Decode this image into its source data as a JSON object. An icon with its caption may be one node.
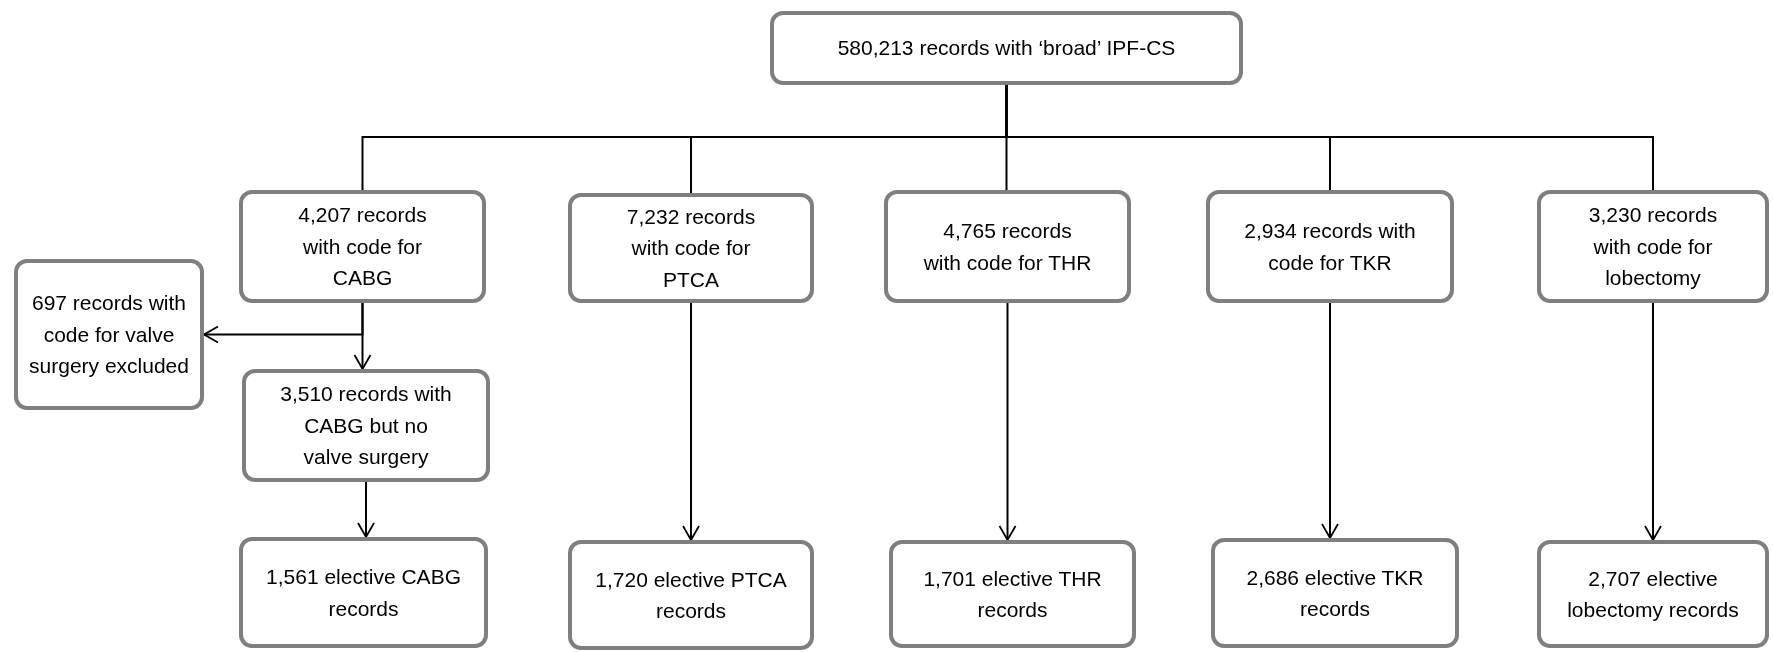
{
  "diagram": {
    "nodes": [
      {
        "text": [
          "580,213 records with ‘broad’ IPF-CS"
        ]
      },
      {
        "text": [
          "4,207 records with code for CABG"
        ]
      },
      {
        "text": [
          "7,232 records with code for PTCA"
        ]
      },
      {
        "text": [
          "4,765 records with code for THR"
        ]
      },
      {
        "text": [
          "2,934 records with code for TKR"
        ]
      },
      {
        "text": [
          "3,230 records with code for lobectomy"
        ]
      },
      {
        "text": [
          "697 records with code for valve surgery excluded"
        ]
      },
      {
        "text": [
          "3,510 records with CABG but no valve surgery"
        ]
      },
      {
        "text": [
          "1,561 elective CABG records"
        ]
      },
      {
        "text": [
          "1,720 elective PTCA records"
        ]
      },
      {
        "text": [
          "1,701 elective THR records"
        ]
      },
      {
        "text": [
          "2,686 elective TKR records"
        ]
      },
      {
        "text": [
          "2,707 elective lobectomy records"
        ]
      }
    ],
    "edges": [
      {
        "from": 0,
        "to": 1,
        "arrow": "none"
      },
      {
        "from": 0,
        "to": 2,
        "arrow": "none"
      },
      {
        "from": 0,
        "to": 3,
        "arrow": "none"
      },
      {
        "from": 0,
        "to": 4,
        "arrow": "none"
      },
      {
        "from": 0,
        "to": 5,
        "arrow": "none"
      },
      {
        "from": 1,
        "to": 6,
        "arrow": "to"
      },
      {
        "from": 1,
        "to": 7,
        "arrow": "to"
      },
      {
        "from": 7,
        "to": 8,
        "arrow": "to"
      },
      {
        "from": 2,
        "to": 9,
        "arrow": "to"
      },
      {
        "from": 3,
        "to": 10,
        "arrow": "to"
      },
      {
        "from": 4,
        "to": 11,
        "arrow": "to"
      },
      {
        "from": 5,
        "to": 12,
        "arrow": "to"
      }
    ]
  }
}
